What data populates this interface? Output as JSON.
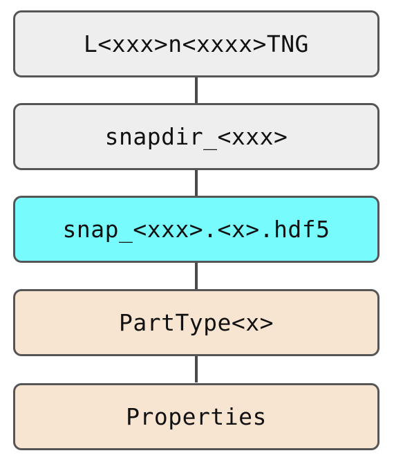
{
  "diagram": {
    "nodes": [
      {
        "label": "L<xxx>n<xxxx>TNG",
        "fill": "#eeeeee"
      },
      {
        "label": "snapdir_<xxx>",
        "fill": "#eeeeee"
      },
      {
        "label": "snap_<xxx>.<x>.hdf5",
        "fill": "#77fbfc"
      },
      {
        "label": "PartType<x>",
        "fill": "#f8e5d1"
      },
      {
        "label": "Properties",
        "fill": "#f8e5d1"
      }
    ]
  }
}
